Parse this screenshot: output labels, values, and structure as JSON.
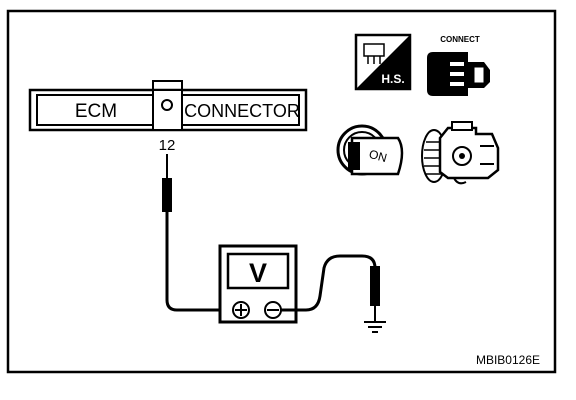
{
  "connector": {
    "left_label": "ECM",
    "right_label": "CONNECTOR",
    "terminal": "12"
  },
  "voltmeter": {
    "symbol": "V"
  },
  "icons": {
    "hs": {
      "name": "harness-sensor-icon",
      "label": "H.S."
    },
    "connect": {
      "name": "connect-icon",
      "label": "CONNECT"
    },
    "ignition": {
      "name": "ignition-key-on-icon",
      "label": "ON"
    },
    "engine": {
      "name": "engine-icon"
    }
  },
  "figure_id": "MBIB0126E",
  "colors": {
    "line": "#000000",
    "background": "#ffffff"
  }
}
